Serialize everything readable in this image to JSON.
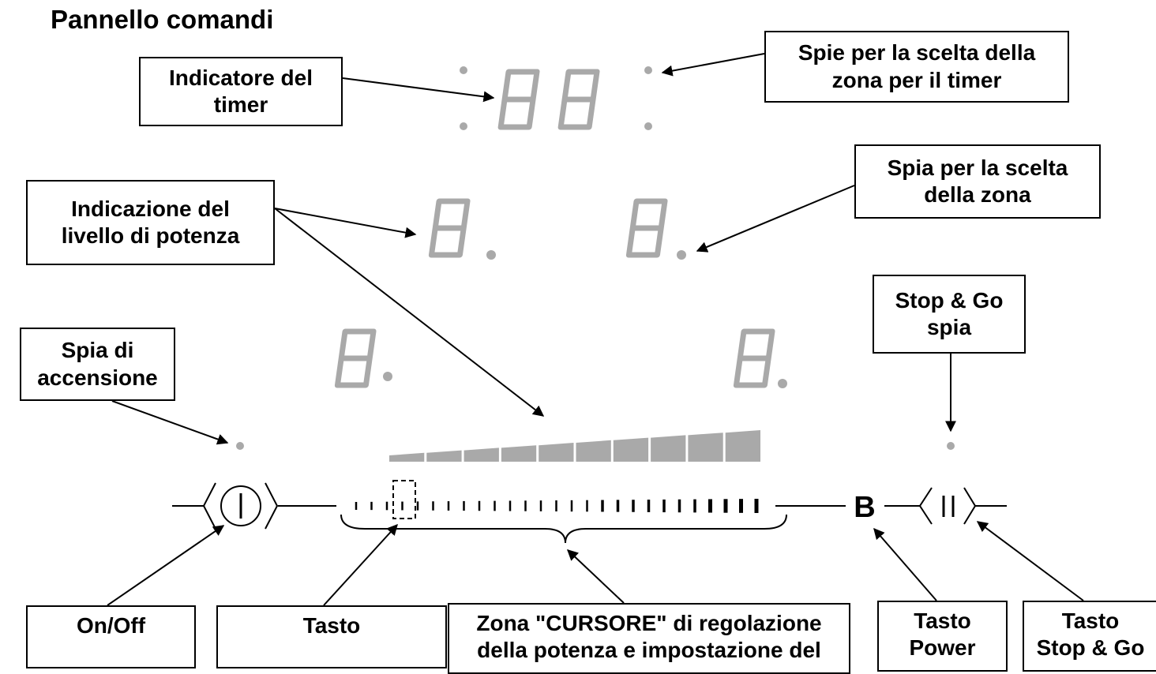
{
  "title": "Pannello comandi",
  "callouts": {
    "timer_indicator": "Indicatore del\ntimer",
    "timer_zone_lights": "Spie per la scelta della\nzona per il timer",
    "power_level": "Indicazione del\nlivello di potenza",
    "zone_light": "Spia per la scelta\ndella zona",
    "power_on_light": "Spia di\naccensione",
    "stop_go_light": "Stop & Go\nspia",
    "on_off": "On/Off",
    "key": "Tasto",
    "slider_zone": "Zona \"CURSORE\" di regolazione\ndella potenza e impostazione del",
    "power_key": "Tasto\nPower",
    "stop_go_key": "Tasto\nStop & Go"
  },
  "panel": {
    "booster_label": "B",
    "display_color": "#a9a9a9",
    "slider_ticks": 27,
    "level_bars": 10
  }
}
